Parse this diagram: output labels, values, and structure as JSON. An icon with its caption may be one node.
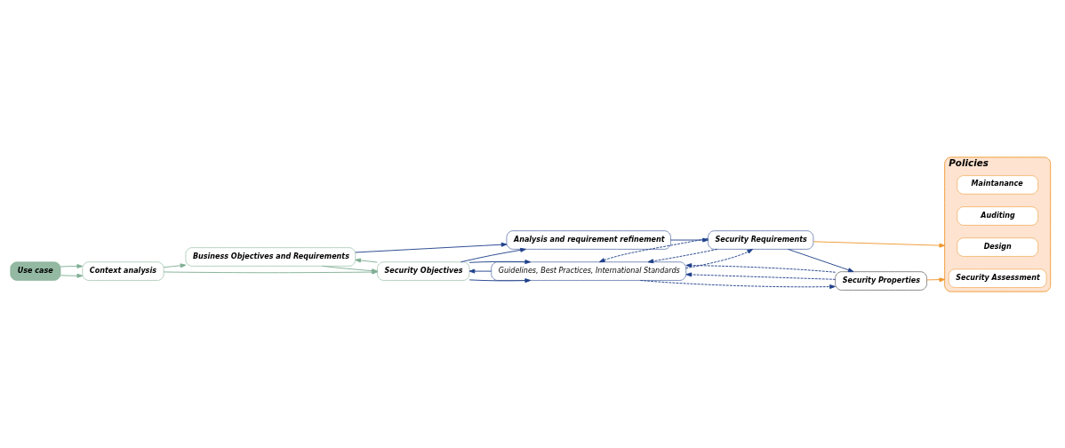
{
  "diagram": {
    "nodes": [
      {
        "text": [
          "Use case"
        ]
      },
      {
        "text": [
          "Context analysis"
        ]
      },
      {
        "text": [
          "Business Objectives and Requirements"
        ]
      },
      {
        "text": [
          "Security Objectives"
        ]
      },
      {
        "text": [
          "Analysis and requirement refinement"
        ]
      },
      {
        "text": [
          "Security Requirements"
        ]
      },
      {
        "text": [
          "Security Properties"
        ]
      },
      {
        "text": [
          "Policies"
        ]
      },
      {
        "text": [
          "Maintanance"
        ],
        "in": 7
      },
      {
        "text": [
          "Auditing"
        ],
        "in": 7
      },
      {
        "text": [
          "Design"
        ],
        "in": 7
      },
      {
        "text": [
          "Security Assessment"
        ],
        "in": 7
      },
      {
        "text": [
          "Guidelines, Best Practices, International Standards"
        ]
      }
    ],
    "edges": [
      {
        "from": 0,
        "to": 1,
        "arrow": "to",
        "color": "#7fae93"
      },
      {
        "from": 0,
        "to": 1,
        "arrow": "to",
        "color": "#7fae93"
      },
      {
        "from": 1,
        "to": 2,
        "arrow": "to",
        "color": "#7fae93"
      },
      {
        "from": 1,
        "to": 3,
        "arrow": "to",
        "color": "#7fae93"
      },
      {
        "from": 3,
        "to": 2,
        "arrow": "to",
        "color": "#7fae93"
      },
      {
        "from": 2,
        "to": 3,
        "arrow": "to",
        "color": "#7fae93"
      },
      {
        "from": 2,
        "to": 4,
        "arrow": "to"
      },
      {
        "from": 3,
        "to": 4,
        "arrow": "to"
      },
      {
        "from": 4,
        "to": 5,
        "arrow": "to"
      },
      {
        "from": 5,
        "to": 6,
        "arrow": "to"
      },
      {
        "from": 5,
        "to": 7,
        "arrow": "to",
        "color": "#f0962e"
      },
      {
        "from": 6,
        "to": 7,
        "arrow": "to",
        "color": "#f0962e"
      },
      {
        "from": 3,
        "to": 12,
        "arrow": "to"
      },
      {
        "from": 12,
        "to": 3,
        "arrow": "to"
      },
      {
        "from": 3,
        "to": 12,
        "arrow": "to"
      },
      {
        "from": 5,
        "to": 12,
        "arrow": "to",
        "style": "dashed"
      },
      {
        "from": 12,
        "to": 5,
        "arrow": "to",
        "style": "dashed"
      },
      {
        "from": 5,
        "to": 12,
        "arrow": "to",
        "style": "dashed"
      },
      {
        "from": 6,
        "to": 12,
        "arrow": "to",
        "style": "dashed"
      },
      {
        "from": 12,
        "to": 6,
        "arrow": "to",
        "style": "dashed"
      },
      {
        "from": 6,
        "to": 12,
        "arrow": "to",
        "style": "dashed"
      }
    ]
  }
}
